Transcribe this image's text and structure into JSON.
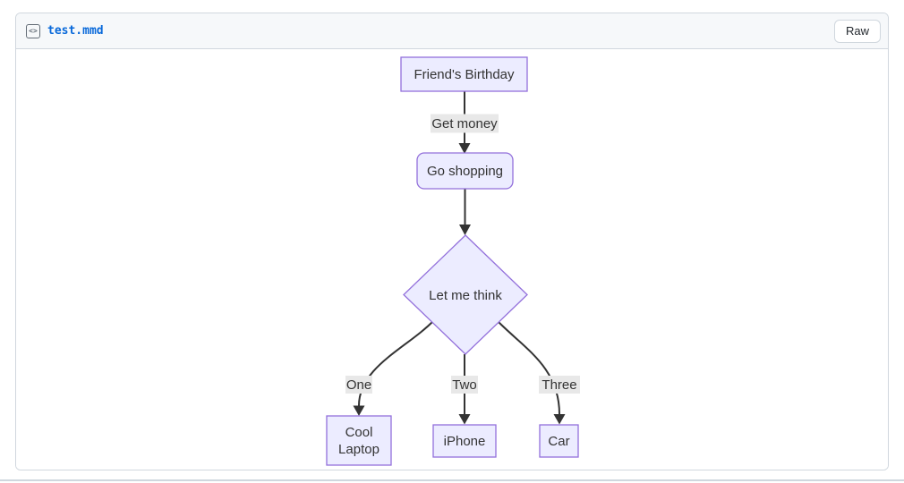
{
  "file_header": {
    "filename": "test.mmd",
    "icon_glyph": "<>",
    "raw_button_label": "Raw"
  },
  "colors": {
    "node_fill": "#ECECFF",
    "node_border": "#9370DB",
    "edge_line": "#333333",
    "edge_label_bg": "#e8e8e8",
    "diagram_text": "#333333",
    "filename_link": "#0969da",
    "header_bg": "#f6f8fa",
    "card_border": "#d0d7de"
  },
  "diagram": {
    "type": "mermaid-flowchart-top-down",
    "nodes": {
      "birthday": {
        "label": "Friend's Birthday",
        "shape": "rect"
      },
      "shopping": {
        "label": "Go shopping",
        "shape": "rounded-rect"
      },
      "decision": {
        "label": "Let me think",
        "shape": "diamond"
      },
      "laptop": {
        "label": "Cool Laptop",
        "line1": "Cool",
        "line2": "Laptop",
        "shape": "rect"
      },
      "iphone": {
        "label": "iPhone",
        "shape": "rect"
      },
      "car": {
        "label": "Car",
        "shape": "rect"
      }
    },
    "edge_labels": {
      "get_money": "Get money",
      "one": "One",
      "two": "Two",
      "three": "Three"
    },
    "edges": [
      {
        "from": "Friend's Birthday",
        "to": "Go shopping",
        "label": "Get money"
      },
      {
        "from": "Go shopping",
        "to": "Let me think",
        "label": ""
      },
      {
        "from": "Let me think",
        "to": "Cool Laptop",
        "label": "One"
      },
      {
        "from": "Let me think",
        "to": "iPhone",
        "label": "Two"
      },
      {
        "from": "Let me think",
        "to": "Car",
        "label": "Three"
      }
    ]
  }
}
